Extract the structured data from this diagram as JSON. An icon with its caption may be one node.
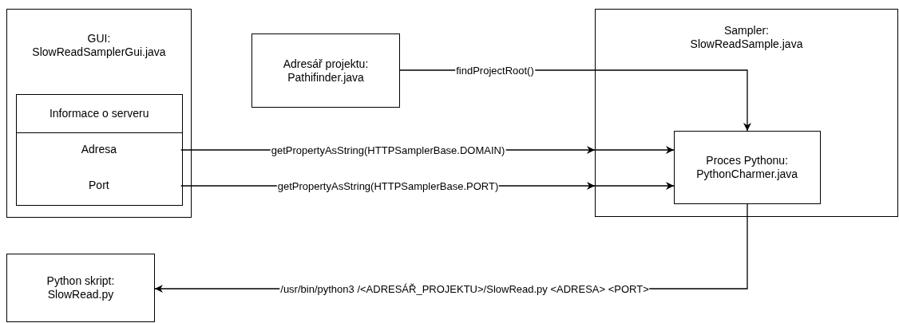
{
  "diagram": {
    "nodes": [
      {
        "text": [
          "GUI: SlowReadSamplerGui.java"
        ]
      },
      {
        "text": [
          "Informace o serveru"
        ],
        "in": 0
      },
      {
        "text": [
          "Adresa"
        ],
        "in": 1
      },
      {
        "text": [
          "Port"
        ],
        "in": 1
      },
      {
        "text": [
          "Adresář projektu: Pathifinder.java"
        ]
      },
      {
        "text": [
          "Sampler: SlowReadSample.java"
        ]
      },
      {
        "text": [
          "Proces Pythonu: PythonCharmer.java"
        ],
        "in": 5
      },
      {
        "text": [
          "Python skript: SlowRead.py"
        ]
      }
    ],
    "edges": [
      {
        "from": 4,
        "to": 6,
        "arrow": "to",
        "label": "findProjectRoot()"
      },
      {
        "from": 2,
        "to": 5,
        "arrow": "to",
        "label": "getPropertyAsString(HTTPSamplerBase.DOMAIN)"
      },
      {
        "from": 5,
        "to": 6,
        "arrow": "to"
      },
      {
        "from": 3,
        "to": 5,
        "arrow": "to",
        "label": "getPropertyAsString(HTTPSamplerBase.PORT)"
      },
      {
        "from": 5,
        "to": 6,
        "arrow": "to"
      },
      {
        "from": 6,
        "to": 7,
        "arrow": "to",
        "label": "/usr/bin/python3 /<ADRESÁŘ_PROJEKTU>/SlowRead.py <ADRESA> <PORT>"
      }
    ]
  }
}
